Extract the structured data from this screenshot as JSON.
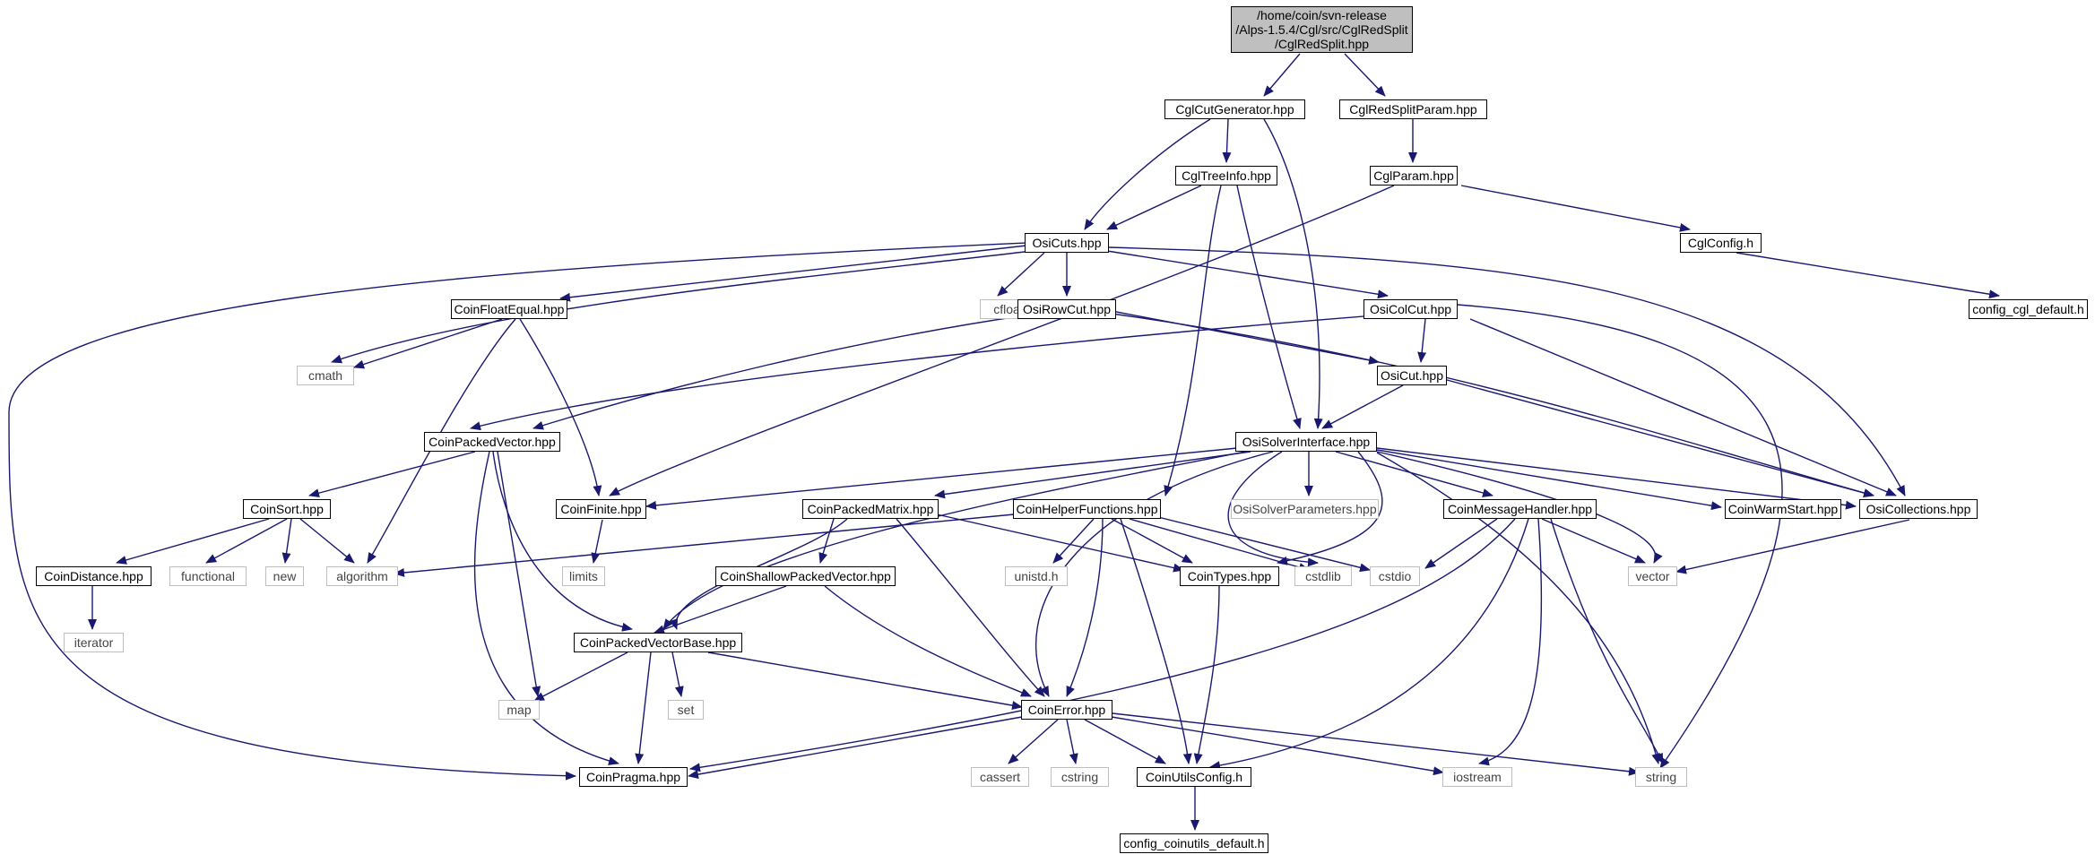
{
  "colors": {
    "edge": "#191970",
    "root_fill": "#bfbfbf",
    "external_border": "#bfbfbf",
    "node_border": "#000000"
  },
  "root": {
    "lines": [
      "/home/coin/svn-release",
      "/Alps-1.5.4/Cgl/src/CglRedSplit",
      "/CglRedSplit.hpp"
    ]
  },
  "nodes": {
    "CglCutGenerator": "CglCutGenerator.hpp",
    "CglRedSplitParam": "CglRedSplitParam.hpp",
    "CglTreeInfo": "CglTreeInfo.hpp",
    "CglParam": "CglParam.hpp",
    "OsiCuts": "OsiCuts.hpp",
    "CglConfig": "CglConfig.h",
    "config_cgl_default": "config_cgl_default.h",
    "CoinFloatEqual": "CoinFloatEqual.hpp",
    "cfloat": "cfloat",
    "OsiRowCut": "OsiRowCut.hpp",
    "OsiColCut": "OsiColCut.hpp",
    "cmath": "cmath",
    "OsiCut": "OsiCut.hpp",
    "CoinPackedVector": "CoinPackedVector.hpp",
    "OsiSolverInterface": "OsiSolverInterface.hpp",
    "CoinSort": "CoinSort.hpp",
    "CoinFinite": "CoinFinite.hpp",
    "CoinPackedMatrix": "CoinPackedMatrix.hpp",
    "CoinHelperFunctions": "CoinHelperFunctions.hpp",
    "OsiSolverParameters": "OsiSolverParameters.hpp",
    "CoinMessageHandler": "CoinMessageHandler.hpp",
    "CoinWarmStart": "CoinWarmStart.hpp",
    "OsiCollections": "OsiCollections.hpp",
    "CoinDistance": "CoinDistance.hpp",
    "functional": "functional",
    "new": "new",
    "algorithm": "algorithm",
    "limits": "limits",
    "CoinShallowPackedVector": "CoinShallowPackedVector.hpp",
    "unistd": "unistd.h",
    "CoinTypes": "CoinTypes.hpp",
    "cstdlib": "cstdlib",
    "cstdio": "cstdio",
    "vector": "vector",
    "iterator": "iterator",
    "CoinPackedVectorBase": "CoinPackedVectorBase.hpp",
    "map": "map",
    "set": "set",
    "CoinError": "CoinError.hpp",
    "CoinPragma": "CoinPragma.hpp",
    "cassert": "cassert",
    "cstring": "cstring",
    "CoinUtilsConfig": "CoinUtilsConfig.h",
    "iostream": "iostream",
    "string": "string",
    "config_coinutils_default": "config_coinutils_default.h"
  }
}
